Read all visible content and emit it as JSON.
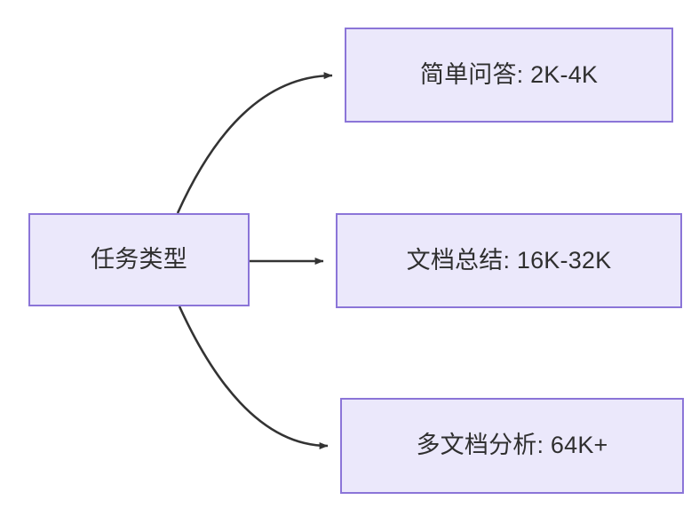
{
  "diagram": {
    "type": "flowchart",
    "direction": "left-to-right",
    "background_color": "#ffffff",
    "node_fill_color": "#ebe8fb",
    "node_border_color": "#8b75d8",
    "edge_color": "#333333",
    "text_color": "#2f2f2f",
    "root": {
      "label": "任务类型"
    },
    "branches": [
      {
        "label": "简单问答: 2K-4K"
      },
      {
        "label": "文档总结: 16K-32K"
      },
      {
        "label": "多文档分析: 64K+"
      }
    ]
  }
}
